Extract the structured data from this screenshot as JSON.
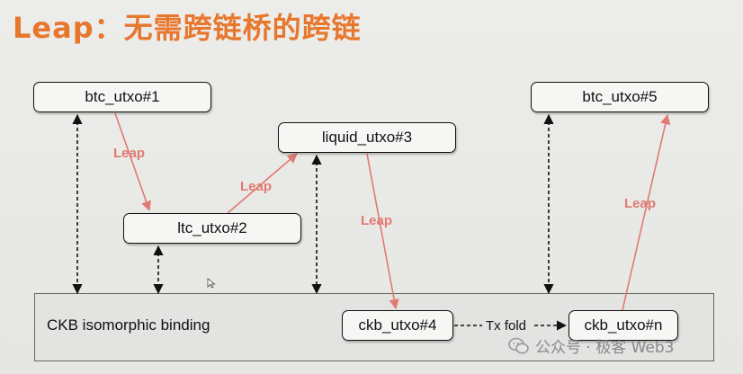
{
  "title": "Leap：无需跨链桥的跨链",
  "nodes": {
    "btc_utxo_1": "btc_utxo#1",
    "ltc_utxo_2": "ltc_utxo#2",
    "liquid_utxo_3": "liquid_utxo#3",
    "ckb_utxo_4": "ckb_utxo#4",
    "btc_utxo_5": "btc_utxo#5",
    "ckb_utxo_n": "ckb_utxo#n"
  },
  "binding_label": "CKB isomorphic binding",
  "edge_labels": {
    "leap": "Leap",
    "tx_fold": "Tx fold"
  },
  "watermark": "公众号 · 极客 Web3",
  "colors": {
    "title": "#e8772e",
    "leap_arrow": "#e07a72",
    "node_border": "#111111",
    "background": "#e7e7e5"
  }
}
